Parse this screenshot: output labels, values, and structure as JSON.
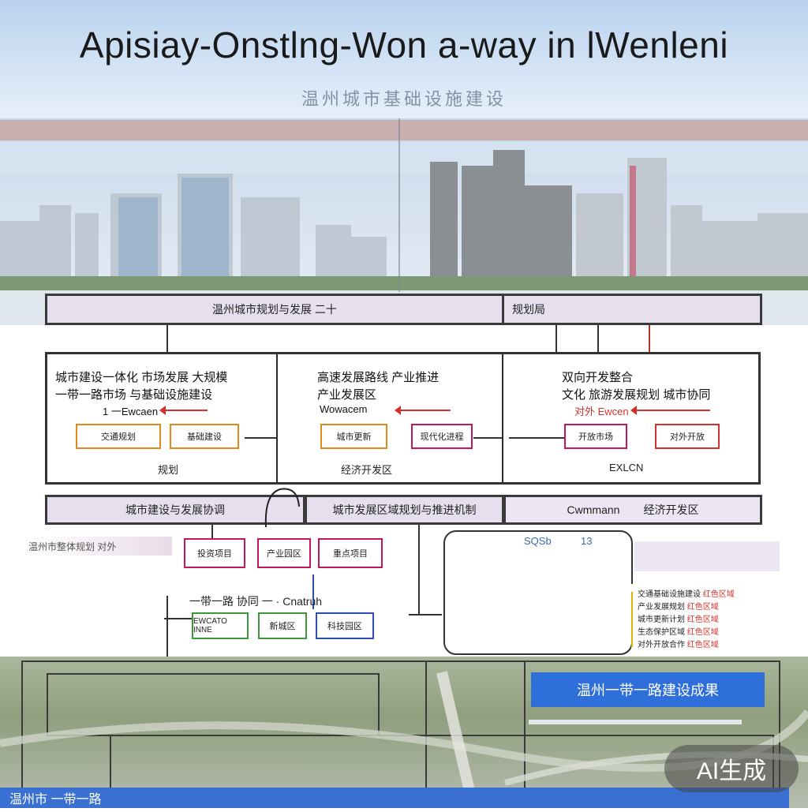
{
  "header": {
    "title": "Apisiay-Onstlng-Won a-way in lWenleni",
    "subtitle": "温州城市基础设施建设"
  },
  "colors": {
    "panel_bg": "#e6e0ee",
    "red": "#d0332d",
    "magenta": "#c2185b",
    "orange": "#e08a1e",
    "green": "#3a9a3a",
    "blue": "#2f4fb0",
    "banner_blue": "#2f6fd9"
  },
  "top_bar": {
    "left": "温州城市规划与发展 二十",
    "right": "规划局"
  },
  "columns": [
    {
      "line1": "城市建设一体化 市场发展 大规模",
      "line2": "一带一路市场 与基础设施建设",
      "sub": "1 一Ewcaen",
      "chips": [
        "交通规划",
        "基础建设"
      ],
      "foot": "规划"
    },
    {
      "line1": "高速发展路线 产业推进",
      "line2": "产业发展区",
      "sub": "Wowacem",
      "chips": [
        "城市更新",
        "现代化进程"
      ],
      "foot": "经济开发区"
    },
    {
      "line1": "双向开发整合",
      "line2": "文化 旅游发展规划 城市协同",
      "sub": "对外 Ewcen",
      "chips": [
        "开放市场",
        "对外开放"
      ],
      "foot": "EXLCN"
    }
  ],
  "mid_bar": {
    "left": "城市建设与发展协调",
    "center": "城市发展区域规划与推进机制",
    "right_prefix": "Cwmmann",
    "right": "经济开发区"
  },
  "lower": {
    "left_note": "温州市整体规划 对外",
    "magenta_chips": [
      "投资项目",
      "产业园区",
      "重点项目"
    ],
    "caption": "一带一路 协同 一 · Cnatruh",
    "small_chips": [
      "EWCATO INNE",
      "新城区",
      "科技园区"
    ],
    "tag1": "SQSb",
    "tag2": "13"
  },
  "legend": [
    {
      "label": "交通基础设施建设",
      "mark": "红色区域"
    },
    {
      "label": "产业发展规划",
      "mark": "红色区域"
    },
    {
      "label": "城市更新计划",
      "mark": "红色区域"
    },
    {
      "label": "生态保护区域",
      "mark": "红色区域"
    },
    {
      "label": "对外开放合作",
      "mark": "红色区域"
    }
  ],
  "bottom": {
    "banner": "温州一带一路建设成果",
    "footer": "温州市 一带一路",
    "badge": "AI生成"
  }
}
